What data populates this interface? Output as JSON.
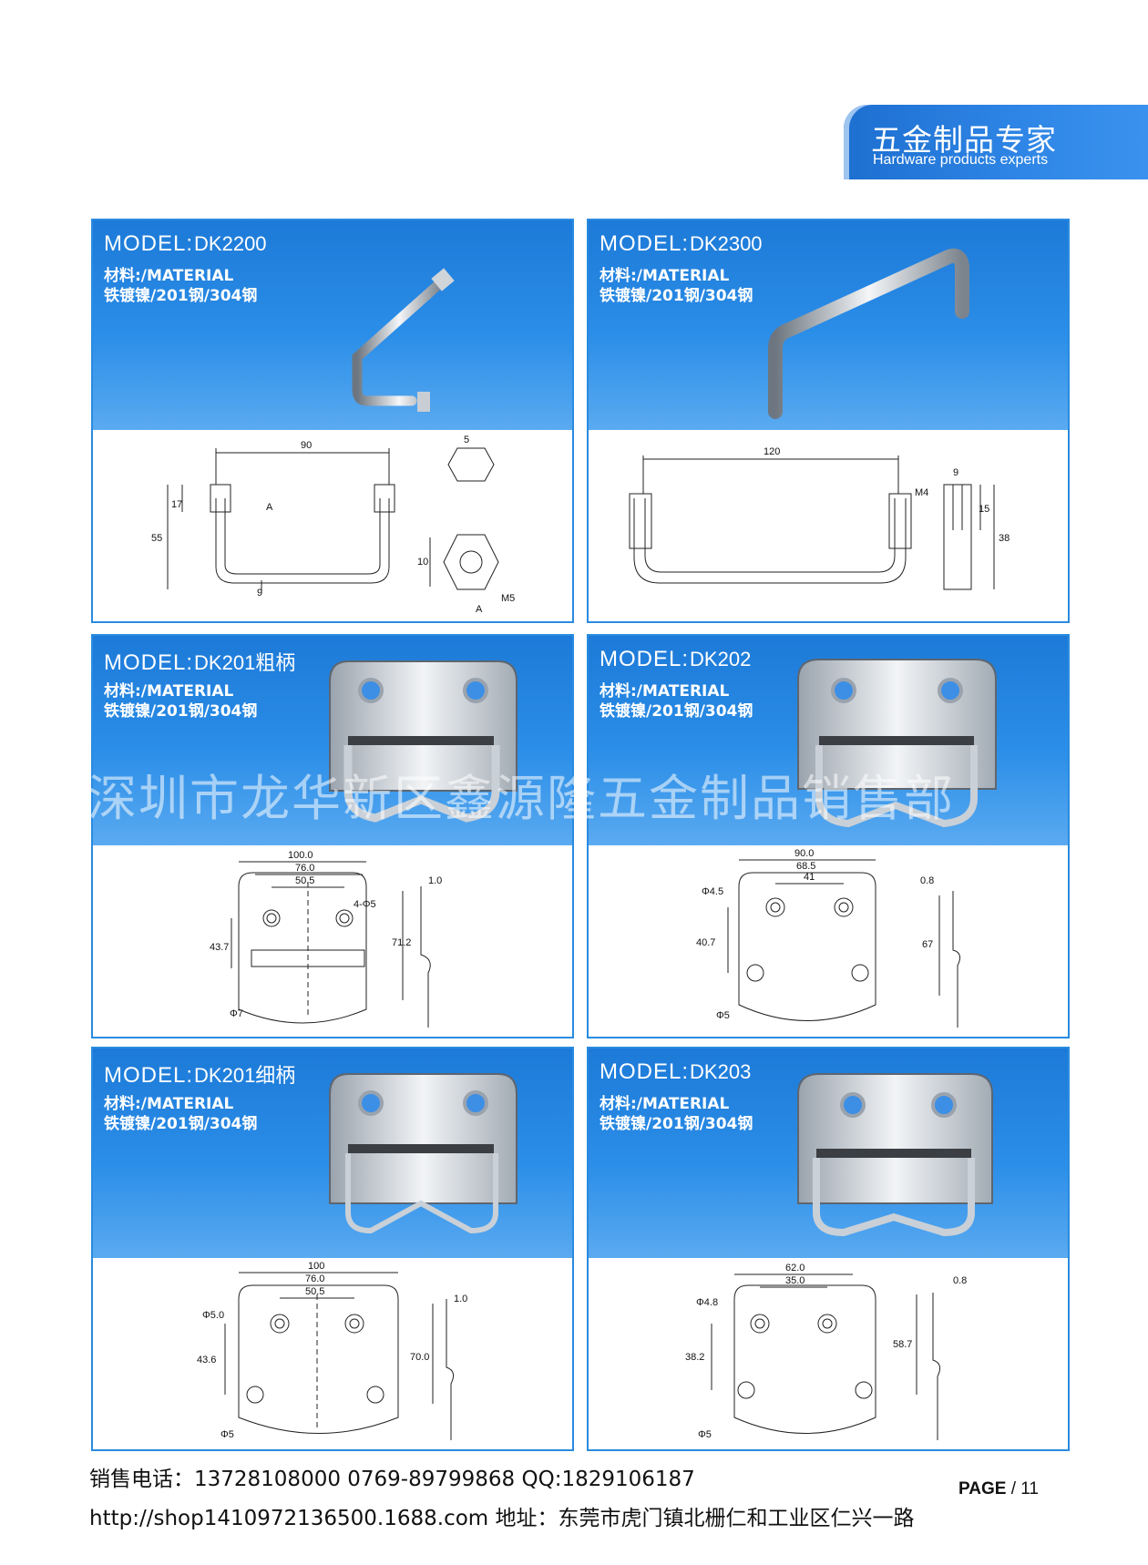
{
  "brand": {
    "title_cn": "五金制品专家",
    "title_en": "Hardware products experts"
  },
  "material_label": "材料:/MATERIAL",
  "material_value": "铁镀镍/201钢/304钢",
  "model_word": "MODEL",
  "model_sep": ":",
  "products": [
    {
      "code": "DK2200",
      "dims": [
        "90",
        "5",
        "17",
        "55",
        "A",
        "9",
        "10",
        "M5",
        "A"
      ]
    },
    {
      "code": "DK2300",
      "dims": [
        "120",
        "9",
        "M4",
        "15",
        "38"
      ]
    },
    {
      "code": "DK201粗柄",
      "dims": [
        "100.0",
        "76.0",
        "50.5",
        "4-Φ5",
        "1.0",
        "43.7",
        "71.2",
        "Φ7"
      ]
    },
    {
      "code": "DK202",
      "dims": [
        "90.0",
        "68.5",
        "41",
        "Φ4.5",
        "0.8",
        "40.7",
        "67",
        "Φ5"
      ]
    },
    {
      "code": "DK201细柄",
      "dims": [
        "100",
        "76.0",
        "50.5",
        "Φ5.0",
        "1.0",
        "43.6",
        "70.0",
        "Φ5"
      ]
    },
    {
      "code": "DK203",
      "dims": [
        "62.0",
        "35.0",
        "Φ4.8",
        "0.8",
        "38.2",
        "58.7",
        "Φ5"
      ]
    }
  ],
  "watermark": "深圳市龙华新区鑫源隆五金制品销售部",
  "footer": {
    "phone_line": "销售电话：13728108000  0769-89799868  QQ:1829106187",
    "addr_line": "http://shop1410972136500.1688.com  地址：东莞市虎门镇北栅仁和工业区仁兴一路"
  },
  "page": {
    "label": "PAGE",
    "number": "/ 11"
  }
}
